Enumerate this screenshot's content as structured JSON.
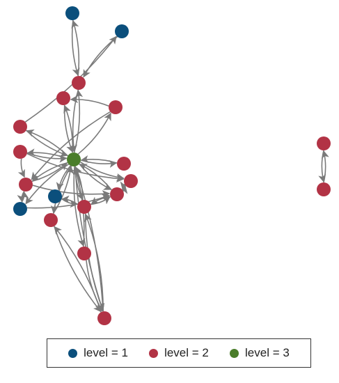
{
  "diagram": {
    "type": "directed-network",
    "edge_color": "#7a7a7a",
    "node_colors": {
      "1": "#0b4f7c",
      "2": "#b23345",
      "3": "#4a7d2a"
    },
    "nodes": [
      {
        "id": "n1",
        "level": 1
      },
      {
        "id": "n2",
        "level": 1
      },
      {
        "id": "n3",
        "level": 2
      },
      {
        "id": "n4",
        "level": 2
      },
      {
        "id": "n5",
        "level": 2
      },
      {
        "id": "n6",
        "level": 2
      },
      {
        "id": "n7",
        "level": 3
      },
      {
        "id": "n8",
        "level": 2
      },
      {
        "id": "n9",
        "level": 2
      },
      {
        "id": "n10",
        "level": 2
      },
      {
        "id": "n11",
        "level": 2
      },
      {
        "id": "n12",
        "level": 1
      },
      {
        "id": "n13",
        "level": 1
      },
      {
        "id": "n14",
        "level": 2
      },
      {
        "id": "n15",
        "level": 2
      },
      {
        "id": "n16",
        "level": 2
      },
      {
        "id": "n17",
        "level": 2
      },
      {
        "id": "n18",
        "level": 2
      },
      {
        "id": "n19",
        "level": 2
      },
      {
        "id": "n20",
        "level": 2
      },
      {
        "id": "n21",
        "level": 2
      }
    ],
    "edges": [
      [
        "n1",
        "n3"
      ],
      [
        "n3",
        "n1"
      ],
      [
        "n2",
        "n3"
      ],
      [
        "n6",
        "n2"
      ],
      [
        "n3",
        "n7"
      ],
      [
        "n7",
        "n3"
      ],
      [
        "n4",
        "n7"
      ],
      [
        "n7",
        "n4"
      ],
      [
        "n7",
        "n5"
      ],
      [
        "n7",
        "n6"
      ],
      [
        "n6",
        "n7"
      ],
      [
        "n7",
        "n8"
      ],
      [
        "n8",
        "n7"
      ],
      [
        "n7",
        "n9"
      ],
      [
        "n9",
        "n7"
      ],
      [
        "n7",
        "n10"
      ],
      [
        "n10",
        "n7"
      ],
      [
        "n7",
        "n11"
      ],
      [
        "n7",
        "n16"
      ],
      [
        "n16",
        "n7"
      ],
      [
        "n7",
        "n17"
      ],
      [
        "n17",
        "n7"
      ],
      [
        "n7",
        "n15"
      ],
      [
        "n15",
        "n7"
      ],
      [
        "n7",
        "n14"
      ],
      [
        "n14",
        "n7"
      ],
      [
        "n7",
        "n18"
      ],
      [
        "n18",
        "n7"
      ],
      [
        "n7",
        "n12"
      ],
      [
        "n7",
        "n13"
      ],
      [
        "n5",
        "n10"
      ],
      [
        "n8",
        "n11"
      ],
      [
        "n8",
        "n10"
      ],
      [
        "n10",
        "n13"
      ],
      [
        "n13",
        "n10"
      ],
      [
        "n11",
        "n14"
      ],
      [
        "n14",
        "n11"
      ],
      [
        "n13",
        "n14"
      ],
      [
        "n10",
        "n14"
      ],
      [
        "n12",
        "n15"
      ],
      [
        "n15",
        "n12"
      ],
      [
        "n15",
        "n14"
      ],
      [
        "n14",
        "n15"
      ],
      [
        "n15",
        "n18"
      ],
      [
        "n18",
        "n15"
      ],
      [
        "n16",
        "n18"
      ],
      [
        "n18",
        "n16"
      ],
      [
        "n17",
        "n18"
      ],
      [
        "n14",
        "n19"
      ],
      [
        "n15",
        "n19"
      ],
      [
        "n19",
        "n21"
      ],
      [
        "n21",
        "n19"
      ],
      [
        "n20",
        "n7"
      ],
      [
        "n5",
        "n4"
      ]
    ],
    "isolated_pair": [
      {
        "id": "m1",
        "level": 2
      },
      {
        "id": "m2",
        "level": 2
      }
    ],
    "isolated_edges": [
      [
        "m1",
        "m2"
      ],
      [
        "m2",
        "m1"
      ]
    ]
  },
  "legend": {
    "items": [
      {
        "label": "level = 1",
        "color": "#0b4f7c"
      },
      {
        "label": "level = 2",
        "color": "#b23345"
      },
      {
        "label": "level = 3",
        "color": "#4a7d2a"
      }
    ]
  }
}
